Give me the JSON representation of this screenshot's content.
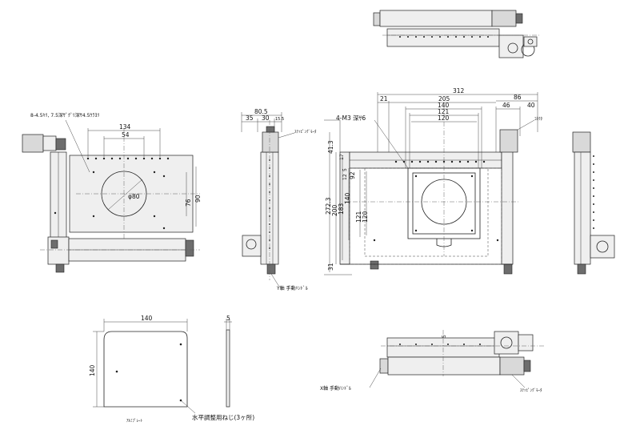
{
  "dims": {
    "front_w134": "134",
    "front_w54": "54",
    "front_h76": "76",
    "front_h90": "90",
    "front_dia": "φ80",
    "side_805": "80.5",
    "side_35": "35",
    "side_30": "30",
    "side_155": "15.5",
    "top_312": "312",
    "top_21": "21",
    "top_205": "205",
    "top_86": "86",
    "top_140": "140",
    "top_46": "46",
    "top_40": "40",
    "top_121": "121",
    "top_120": "120",
    "top_413": "41.3",
    "top_17": "17",
    "top_5": "5",
    "top_12": "12",
    "top_92": "92",
    "top_2723": "272.3",
    "top_200": "200",
    "top_183": "183",
    "top_140v": "140",
    "top_121v": "121",
    "top_120v": "120",
    "top_31": "31",
    "plate_140w": "140",
    "plate_140h": "140",
    "plate_5": "5",
    "bottom_5": "5"
  },
  "labels": {
    "holes_note": "8-4.5ｷﾘ, 7.5深ｻﾞｸﾞﾘ深ｻ4.5ｳﾗﾖﾘ",
    "m3_note": "4-M3 深ｻ6",
    "stepping_motor_side": "ｽﾃｯﾋﾟﾝｸﾞﾓｰﾀ",
    "connector": "ｺﾈｸﾀ",
    "y_handle": "Y軸 手動ﾊﾝﾄﾞﾙ",
    "x_handle": "X軸 手動ﾊﾝﾄﾞﾙ",
    "stepping_motor_bottom": "ｽﾃｯﾋﾟﾝｸﾞﾓｰﾀ",
    "aluminum_plate": "ｱﾙﾐﾌﾟﾚｰﾄ",
    "leveling_screws": "水平調整用ねじ(3ヶ所)"
  }
}
